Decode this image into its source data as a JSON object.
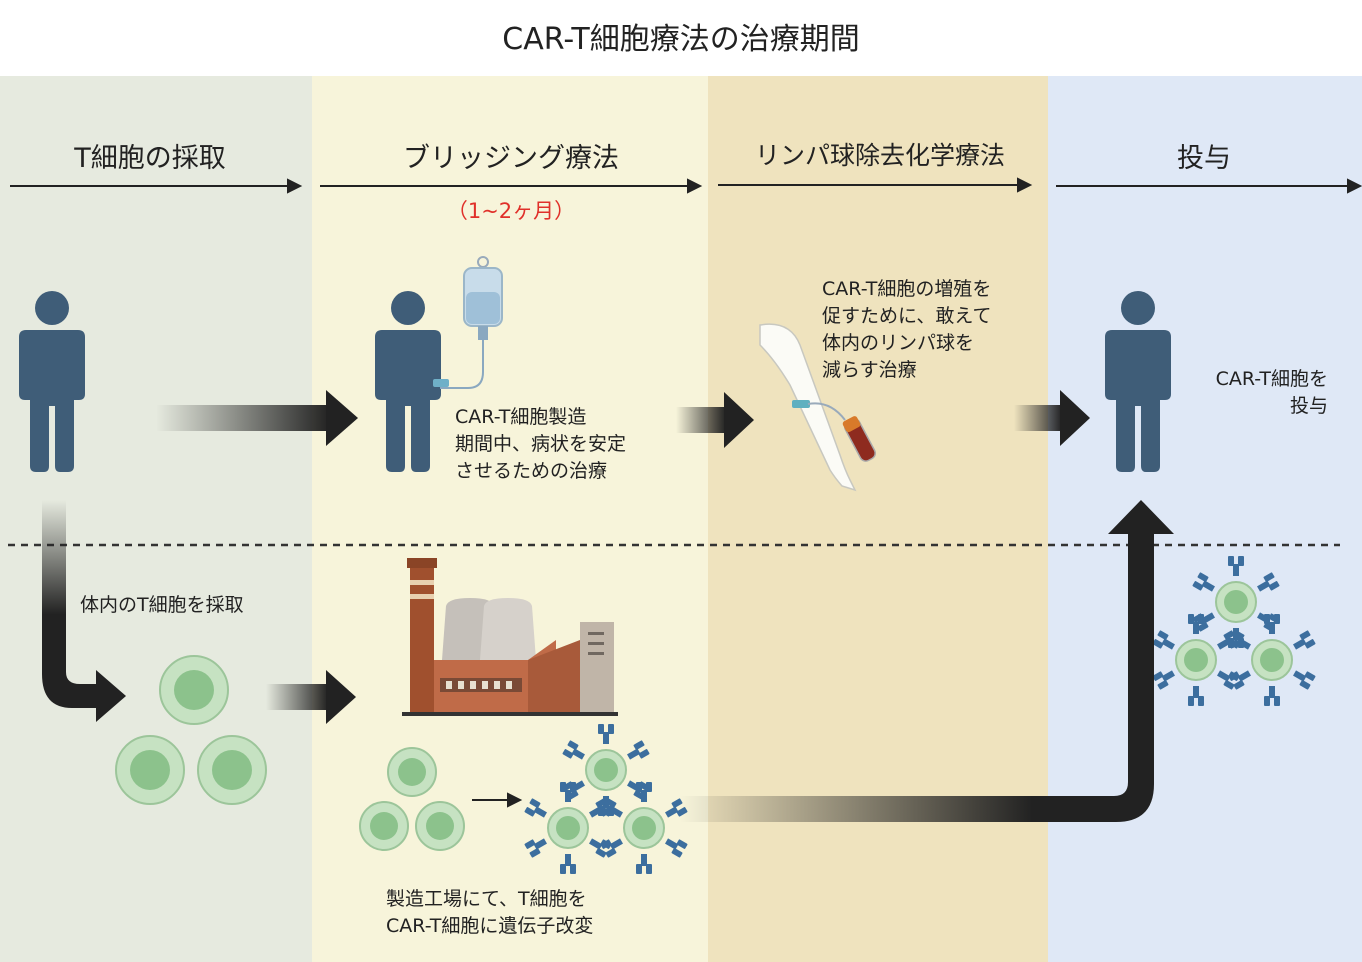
{
  "title": "CAR-T細胞療法の治療期間",
  "phases": [
    {
      "label": "T細胞の採取"
    },
    {
      "label": "ブリッジング療法",
      "duration": "（1~2ヶ月）"
    },
    {
      "label": "リンパ球除去化学療法"
    },
    {
      "label": "投与"
    }
  ],
  "notes": {
    "collect": "体内のT細胞を採取",
    "bridging": [
      "CAR-T細胞製造",
      "期間中、病状を安定",
      "させるための治療"
    ],
    "lymphodepletion": [
      "CAR-T細胞の増殖を",
      "促すために、敢えて",
      "体内のリンパ球を",
      "減らす治療"
    ],
    "infusion": [
      "CAR-T細胞を",
      "投与"
    ],
    "manufacturing": [
      "製造工場にて、T細胞を",
      "CAR-T細胞に遺伝子改変"
    ]
  },
  "colors": {
    "panel_collect": "#e6eadf",
    "panel_bridging": "#f7f4da",
    "panel_lymphodepletion": "#efe3be",
    "panel_infusion": "#dfe8f6",
    "person": "#3f5d78",
    "arrow": "#222222",
    "cell": "#9fcf9f",
    "accent_red": "#e0302a"
  },
  "icons": [
    "person-icon",
    "iv-bag-icon",
    "arm-blood-draw-icon",
    "factory-icon",
    "t-cell-icon",
    "car-t-cell-icon"
  ]
}
